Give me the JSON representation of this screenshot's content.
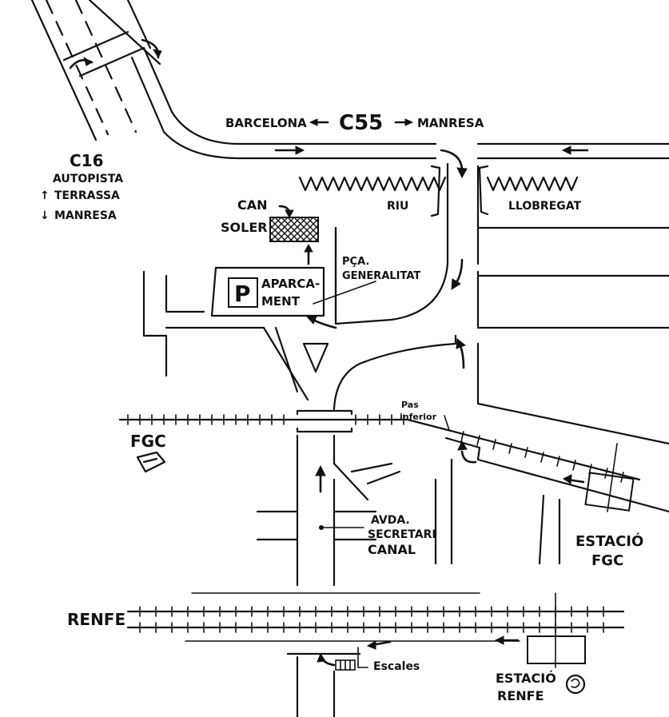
{
  "highway_c55": {
    "west": "BARCELONA",
    "code": "C55",
    "east": "MANRESA"
  },
  "highway_c16": {
    "code": "C16",
    "type": "AUTOPISTA",
    "north": "TERRASSA",
    "south": "MANRESA"
  },
  "river": {
    "left": "RIU",
    "right": "LLOBREGAT"
  },
  "can_soler": {
    "line1": "CAN",
    "line2": "SOLER"
  },
  "parking": {
    "symbol": "P",
    "line1": "APARCA-",
    "line2": "MENT"
  },
  "placa": {
    "line1": "PÇA.",
    "line2": "GENERALITAT"
  },
  "pas_inferior": {
    "line1": "Pas",
    "line2": "inferior"
  },
  "fgc": {
    "label": "FGC"
  },
  "avda": {
    "line1": "AVDA.",
    "line2": "SECRETARI",
    "line3": "CANAL"
  },
  "estacio_fgc": {
    "line1": "ESTACIÓ",
    "line2": "FGC"
  },
  "renfe": {
    "label": "RENFE"
  },
  "escales": {
    "label": "Escales"
  },
  "estacio_renfe": {
    "line1": "ESTACIÓ",
    "line2": "RENFE"
  }
}
